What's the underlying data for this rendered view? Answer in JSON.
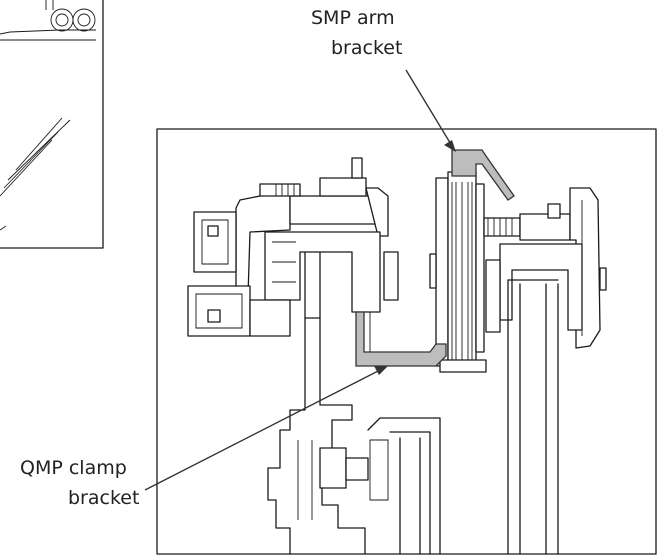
{
  "labels": {
    "smp_line1": "SMP arm",
    "smp_line2": "bracket",
    "qmp_line1": "QMP clamp",
    "qmp_line2": "bracket"
  },
  "colors": {
    "line": "#1a1a1a",
    "highlight_fill": "#bdbdbd",
    "background": "#ffffff"
  }
}
